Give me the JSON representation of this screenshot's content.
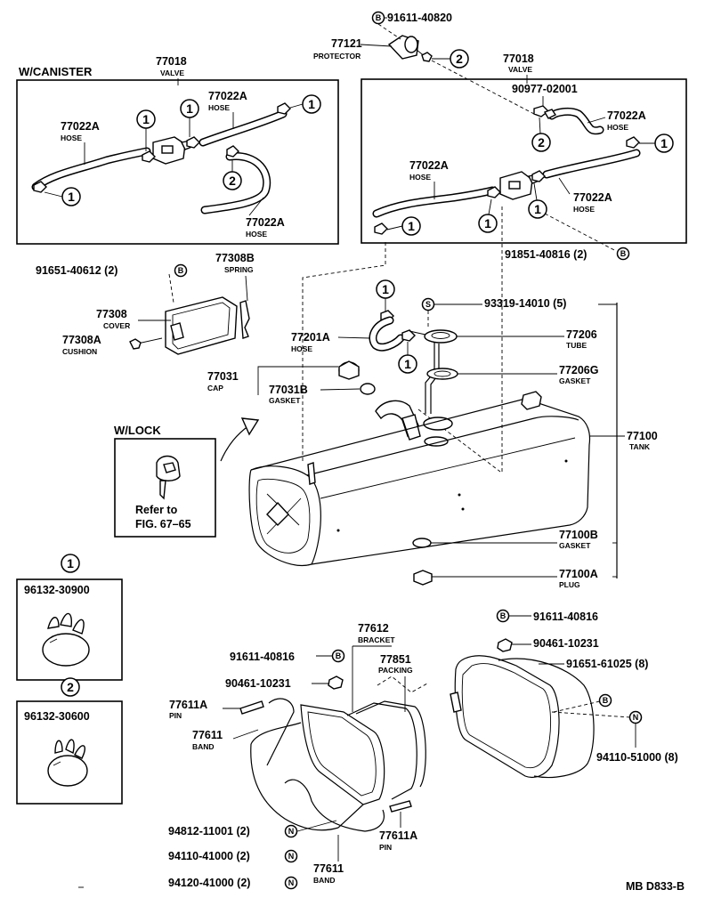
{
  "headings": {
    "canister": "W/CANISTER",
    "lock": "W/LOCK",
    "refer_line1": "Refer to",
    "refer_line2": "FIG. 67–65"
  },
  "callout_numbers": {
    "one": "1",
    "two": "2"
  },
  "bolt_letters": {
    "b": "B",
    "n": "N",
    "s": "S"
  },
  "clamp_one_part": "96132-30900",
  "clamp_two_part": "96132-30600",
  "footer_code": "MB D833-B",
  "labels": {
    "p91611_40820": "91611-40820",
    "p77121": "77121",
    "protector": "PROTECTOR",
    "p77018_left": "77018",
    "valve_left": "VALVE",
    "p77018_right": "77018",
    "valve_right": "VALVE",
    "p77022a_l1": "77022A",
    "hose_l1": "HOSE",
    "p77022a_l2": "77022A",
    "hose_l2": "HOSE",
    "p77022a_l3": "77022A",
    "hose_l3": "HOSE",
    "p90977": "90977-02001",
    "p77022a_r1": "77022A",
    "hose_r1": "HOSE",
    "p77022a_r2": "77022A",
    "hose_r2": "HOSE",
    "p77022a_r3": "77022A",
    "hose_r3": "HOSE",
    "p91851_40816": "91851-40816 (2)",
    "p91651_40612": "91651-40612 (2)",
    "p77308b": "77308B",
    "spring": "SPRING",
    "p77308": "77308",
    "cover": "COVER",
    "p77308a": "77308A",
    "cushion": "CUSHION",
    "p93319": "93319-14010 (5)",
    "p77201a": "77201A",
    "hose_mid": "HOSE",
    "p77206": "77206",
    "tube": "TUBE",
    "p77031": "77031",
    "cap": "CAP",
    "p77031b": "77031B",
    "gasket_a": "GASKET",
    "p77206g": "77206G",
    "gasket_b": "GASKET",
    "p77100": "77100",
    "tank": "TANK",
    "p77100b": "77100B",
    "gasket_c": "GASKET",
    "p77100a": "77100A",
    "plug": "PLUG",
    "p91611_40816_r": "91611-40816",
    "p90461_r": "90461-10231",
    "p77612": "77612",
    "bracket": "BRACKET",
    "p91611_40816_l": "91611-40816",
    "p77851": "77851",
    "packing": "PACKING",
    "p91651_61025": "91651-61025 (8)",
    "p90461_l": "90461-10231",
    "p77611a_top": "77611A",
    "pin_top": "PIN",
    "p77611_top": "77611",
    "band_top": "BAND",
    "p94110_51000": "94110-51000 (8)",
    "p94812": "94812-11001 (2)",
    "p77611a_bot": "77611A",
    "pin_bot": "PIN",
    "p94110_41000": "94110-41000 (2)",
    "p77611_bot": "77611",
    "band_bot": "BAND",
    "p94120": "94120-41000 (2)"
  }
}
